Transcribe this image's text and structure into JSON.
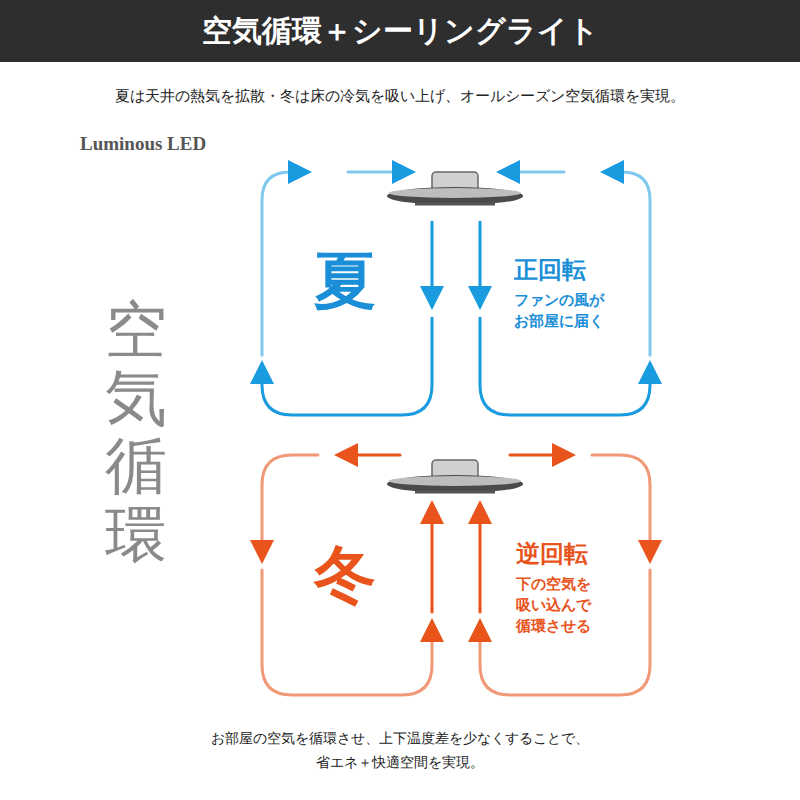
{
  "diagram": {
    "title": "空気循環＋シーリングライト",
    "caption": "お部屋の空気を循環させ、上下温度差を少なくすることで、 省エネ＋快適空間を実現。",
    "labels": [
      "夏は天井の熱気を拡散・冬は床の冷気を吸い上げ、オールシーズン空気循環を実現。",
      "Luminous LED",
      "空気循環",
      "夏",
      "正回転",
      "ファンの風が お部屋に届く",
      "冬",
      "逆回転",
      "下の空気を 吸い込んで 循環させる"
    ]
  }
}
